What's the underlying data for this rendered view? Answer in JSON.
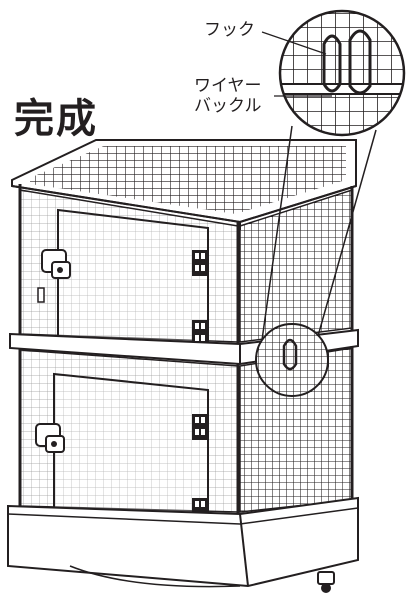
{
  "title": "完成",
  "callouts": {
    "hook": "フック",
    "wire_buckle_line1": "ワイヤー",
    "wire_buckle_line2": "バックル"
  },
  "colors": {
    "line": "#231f20",
    "grid": "#8c8c8c",
    "background": "#ffffff"
  }
}
